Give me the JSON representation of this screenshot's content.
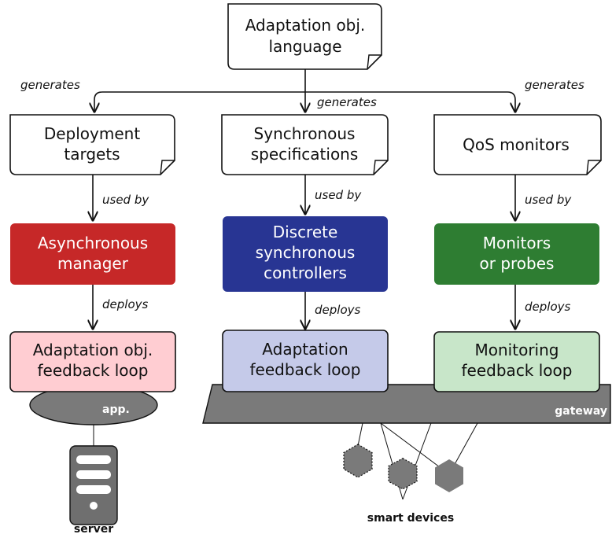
{
  "nodes": {
    "language": [
      "Adaptation obj.",
      "language"
    ],
    "deployment_targets": [
      "Deployment",
      "targets"
    ],
    "sync_specs": [
      "Synchronous",
      "specifications"
    ],
    "qos_monitors": [
      "QoS monitors"
    ],
    "async_manager": [
      "Asynchronous",
      "manager"
    ],
    "discrete_controllers": [
      "Discrete",
      "synchronous",
      "controllers"
    ],
    "monitors_probes": [
      "Monitors",
      "or probes"
    ],
    "adapt_obj_loop": [
      "Adaptation obj.",
      "feedback loop"
    ],
    "adapt_loop": [
      "Adaptation",
      "feedback loop"
    ],
    "monitoring_loop": [
      "Monitoring",
      "feedback loop"
    ]
  },
  "edge_labels": {
    "generates_left": "generates",
    "generates_center": "generates",
    "generates_right": "generates",
    "used_by_left": "used by",
    "used_by_center": "used by",
    "used_by_right": "used by",
    "deploys_left": "deploys",
    "deploys_center": "deploys",
    "deploys_right": "deploys"
  },
  "platforms": {
    "app": "app.",
    "gateway": "gateway"
  },
  "captions": {
    "server": "server",
    "smart_devices": "smart devices"
  },
  "colors": {
    "async_manager": "#c62828",
    "discrete_controllers": "#283593",
    "monitors_probes": "#2e7d32",
    "adapt_obj_loop": "#ffcdd2",
    "adapt_loop": "#c5cae9",
    "monitoring_loop": "#c8e6c9",
    "platform": "#7a7a7a"
  }
}
